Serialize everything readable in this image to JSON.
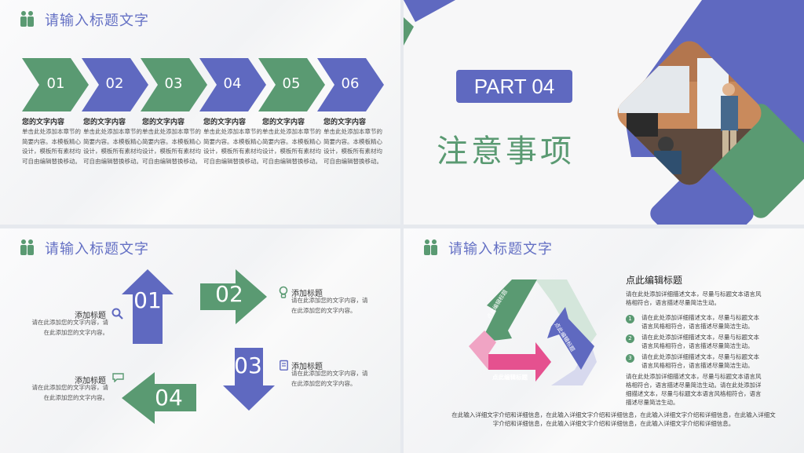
{
  "slide1": {
    "title": "请输入标题文字",
    "steps": [
      {
        "num": "01",
        "heading": "您的文字内容",
        "body": "单击此处添加本章节的简要内容。本模板精心设计，模板所有素材均可自由编辑替换移动。",
        "color": "#5a9a72"
      },
      {
        "num": "02",
        "heading": "您的文字内容",
        "body": "单击此处添加本章节的简要内容。本模板精心设计，模板所有素材均可自由编辑替换移动。",
        "color": "#5f69c0"
      },
      {
        "num": "03",
        "heading": "您的文字内容",
        "body": "单击此处添加本章节的简要内容。本模板精心设计，模板所有素材均可自由编辑替换移动。",
        "color": "#5a9a72"
      },
      {
        "num": "04",
        "heading": "您的文字内容",
        "body": "单击此处添加本章节的简要内容。本模板精心设计，模板所有素材均可自由编辑替换移动。",
        "color": "#5f69c0"
      },
      {
        "num": "05",
        "heading": "您的文字内容",
        "body": "单击此处添加本章节的简要内容。本模板精心设计，模板所有素材均可自由编辑替换移动。",
        "color": "#5a9a72"
      },
      {
        "num": "06",
        "heading": "您的文字内容",
        "body": "单击此处添加本章节的简要内容。本模板精心设计，模板所有素材均可自由编辑替换移动。",
        "color": "#5f69c0"
      }
    ]
  },
  "slide2": {
    "part_label": "PART 04",
    "heading": "注意事项"
  },
  "slide3": {
    "title": "请输入标题文字",
    "items": [
      {
        "num": "01",
        "label": "添加标题",
        "text": "请在此添加您的文字内容，请在此添加您的文字内容。",
        "icon": "search-icon"
      },
      {
        "num": "02",
        "label": "添加标题",
        "text": "请在此添加您的文字内容，请在此添加您的文字内容。",
        "icon": "lightbulb-icon"
      },
      {
        "num": "03",
        "label": "添加标题",
        "text": "请在此添加您的文字内容，请在此添加您的文字内容。",
        "icon": "clipboard-icon"
      },
      {
        "num": "04",
        "label": "添加标题",
        "text": "请在此添加您的文字内容，请在此添加您的文字内容。",
        "icon": "chat-icon"
      }
    ]
  },
  "slide4": {
    "title": "请输入标题文字",
    "cycle_labels": [
      "点此编辑标题",
      "点此编辑标题",
      "点此编辑标题"
    ],
    "panel_title": "点此编辑标题",
    "intro": "请在此处添加详细描述文本，尽量与标题文本语言风格相符合，语言描述尽量简洁生动。",
    "points": [
      {
        "n": "1",
        "text": "请在此处添加详细描述文本，尽量与标题文本语言风格相符合，语言描述尽量简洁生动。"
      },
      {
        "n": "2",
        "text": "请在此处添加详细描述文本，尽量与标题文本语言风格相符合，语言描述尽量简洁生动。"
      },
      {
        "n": "3",
        "text": "请在此处添加详细描述文本，尽量与标题文本语言风格相符合，语言描述尽量简洁生动。"
      }
    ],
    "summary": "请在此处添加详细描述文本，尽量与标题文本语言风格相符合，语言描述尽量简洁生动。请在此处添加详细描述文本，尽量与标题文本语言风格相符合，语言描述尽量简洁生动。",
    "footer": "在此输入详细文字介绍和详细信息，在此输入详细文字介绍和详细信息，在此输入详细文字介绍和详细信息，在此输入详细文字介绍和详细信息，在此输入详细文字介绍和详细信息，在此输入详细文字介绍和详细信息。"
  }
}
